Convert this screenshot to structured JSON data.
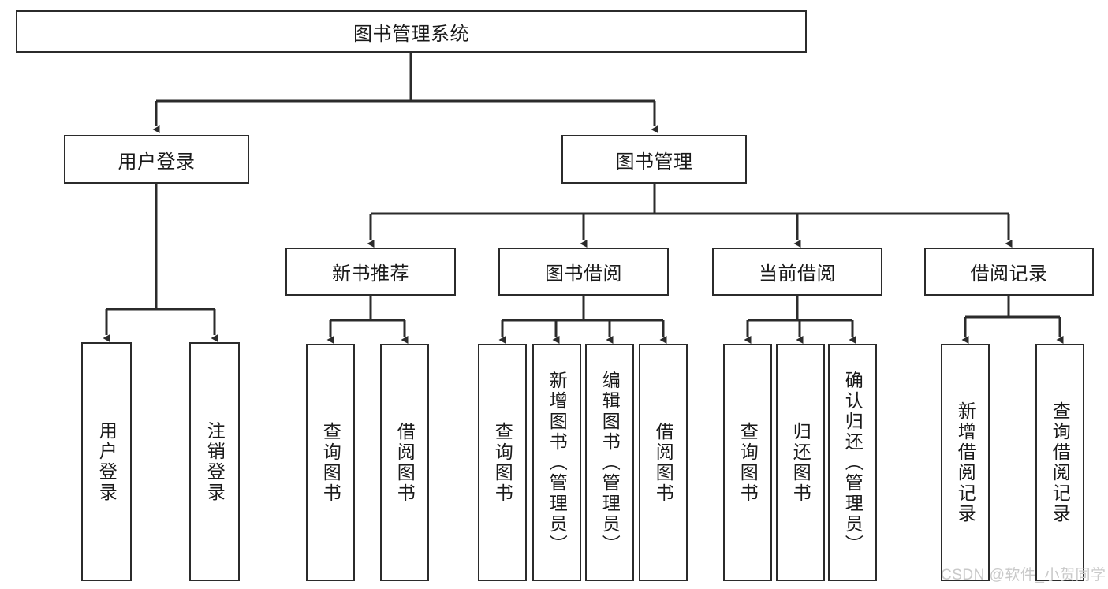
{
  "diagram": {
    "title": "图书管理系统",
    "type": "tree-hierarchy",
    "root": {
      "id": "root",
      "label": "图书管理系统"
    },
    "level2": [
      {
        "id": "user-login",
        "label": "用户登录"
      },
      {
        "id": "book-management",
        "label": "图书管理"
      }
    ],
    "level3": [
      {
        "id": "new-book-recommend",
        "label": "新书推荐",
        "parent": "book-management"
      },
      {
        "id": "book-borrow",
        "label": "图书借阅",
        "parent": "book-management"
      },
      {
        "id": "current-borrow",
        "label": "当前借阅",
        "parent": "book-management"
      },
      {
        "id": "borrow-record",
        "label": "借阅记录",
        "parent": "book-management"
      }
    ],
    "leaves": [
      {
        "id": "leaf-user-login",
        "label": "用户登录",
        "parent": "user-login"
      },
      {
        "id": "leaf-logout",
        "label": "注销登录",
        "parent": "user-login"
      },
      {
        "id": "leaf-query-book-1",
        "label": "查询图书",
        "parent": "new-book-recommend"
      },
      {
        "id": "leaf-borrow-book-1",
        "label": "借阅图书",
        "parent": "new-book-recommend"
      },
      {
        "id": "leaf-query-book-2",
        "label": "查询图书",
        "parent": "book-borrow"
      },
      {
        "id": "leaf-add-book",
        "label": "新增图书（管理员）",
        "parent": "book-borrow"
      },
      {
        "id": "leaf-edit-book",
        "label": "编辑图书（管理员）",
        "parent": "book-borrow"
      },
      {
        "id": "leaf-borrow-book-2",
        "label": "借阅图书",
        "parent": "book-borrow"
      },
      {
        "id": "leaf-query-book-3",
        "label": "查询图书",
        "parent": "current-borrow"
      },
      {
        "id": "leaf-return-book",
        "label": "归还图书",
        "parent": "current-borrow"
      },
      {
        "id": "leaf-confirm-return",
        "label": "确认归还（管理员）",
        "parent": "current-borrow"
      },
      {
        "id": "leaf-add-record",
        "label": "新增借阅记录",
        "parent": "borrow-record"
      },
      {
        "id": "leaf-query-record",
        "label": "查询借阅记录",
        "parent": "borrow-record"
      }
    ],
    "colors": {
      "stroke": "#2b2b2b",
      "fill": "#ffffff",
      "text": "#1a1a1a",
      "watermark": "#c9c9c9"
    }
  },
  "watermark": {
    "text": "CSDN @软件_小贺同学"
  }
}
